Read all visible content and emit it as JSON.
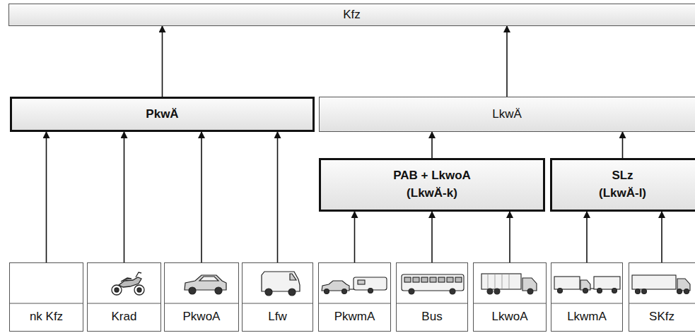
{
  "diagram": {
    "nodes": [
      {
        "text": [
          "Kfz"
        ]
      },
      {
        "text": [
          "PkwÄ"
        ]
      },
      {
        "text": [
          "LkwÄ"
        ]
      },
      {
        "text": [
          "PAB + LkwoA",
          "(LkwÄ-k)"
        ]
      },
      {
        "text": [
          "SLz",
          "(LkwÄ-l)"
        ]
      },
      {
        "text": [
          "nk Kfz"
        ]
      },
      {
        "text": [
          "Krad"
        ]
      },
      {
        "text": [
          "PkwoA"
        ]
      },
      {
        "text": [
          "Lfw"
        ]
      },
      {
        "text": [
          "PkwmA"
        ]
      },
      {
        "text": [
          "Bus"
        ]
      },
      {
        "text": [
          "LkwoA"
        ]
      },
      {
        "text": [
          "LkwmA"
        ]
      },
      {
        "text": [
          "SKfz"
        ]
      }
    ],
    "edges": [
      {
        "from": 1,
        "to": 0,
        "arrow": "to"
      },
      {
        "from": 2,
        "to": 0,
        "arrow": "to"
      },
      {
        "from": 3,
        "to": 2,
        "arrow": "to"
      },
      {
        "from": 4,
        "to": 2,
        "arrow": "to"
      },
      {
        "from": 5,
        "to": 1,
        "arrow": "to"
      },
      {
        "from": 6,
        "to": 1,
        "arrow": "to"
      },
      {
        "from": 7,
        "to": 1,
        "arrow": "to"
      },
      {
        "from": 8,
        "to": 1,
        "arrow": "to"
      },
      {
        "from": 9,
        "to": 3,
        "arrow": "to"
      },
      {
        "from": 10,
        "to": 3,
        "arrow": "to"
      },
      {
        "from": 11,
        "to": 3,
        "arrow": "to"
      },
      {
        "from": 12,
        "to": 4,
        "arrow": "to"
      },
      {
        "from": 13,
        "to": 4,
        "arrow": "to"
      }
    ]
  }
}
